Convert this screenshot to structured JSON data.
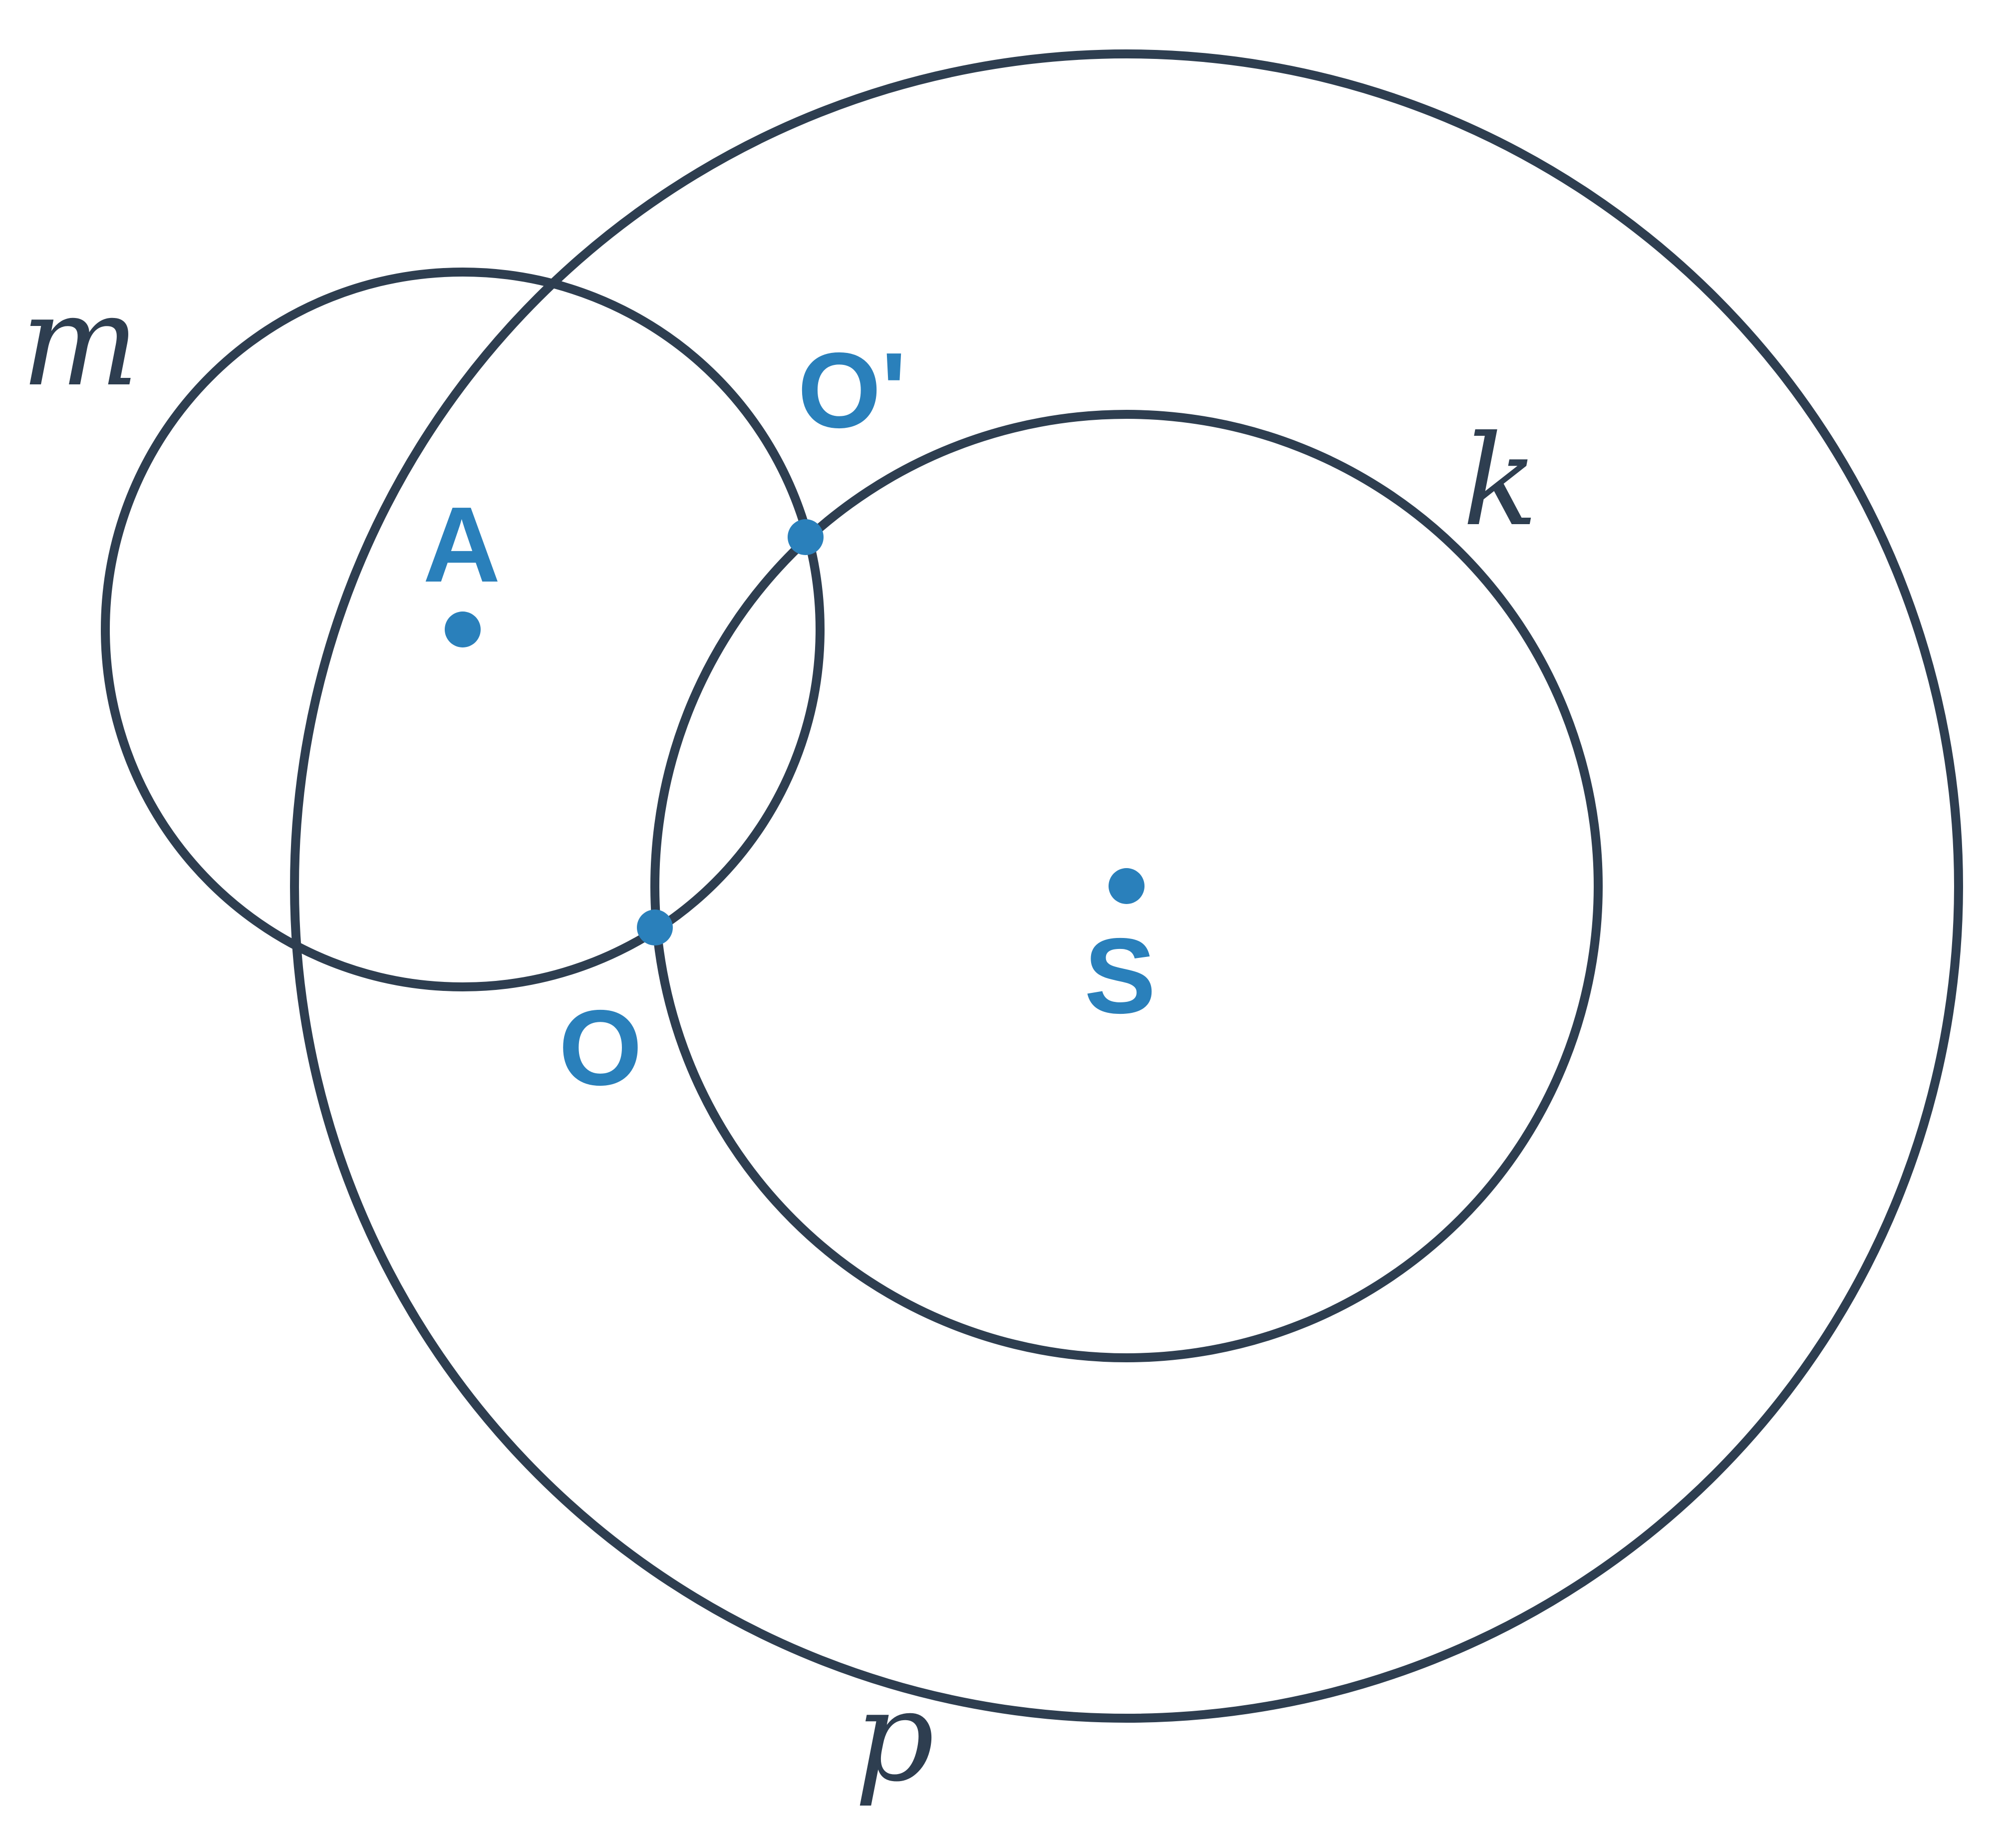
{
  "circles": [
    {
      "id": "m",
      "label": "m"
    },
    {
      "id": "k",
      "label": "k"
    },
    {
      "id": "p",
      "label": "p"
    }
  ],
  "points": [
    {
      "id": "A",
      "label": "A"
    },
    {
      "id": "S",
      "label": "S"
    },
    {
      "id": "O",
      "label": "O"
    },
    {
      "id": "O_prime",
      "label": "O'"
    }
  ],
  "colors": {
    "stroke": "#2e3e50",
    "point": "#2a80bb"
  }
}
